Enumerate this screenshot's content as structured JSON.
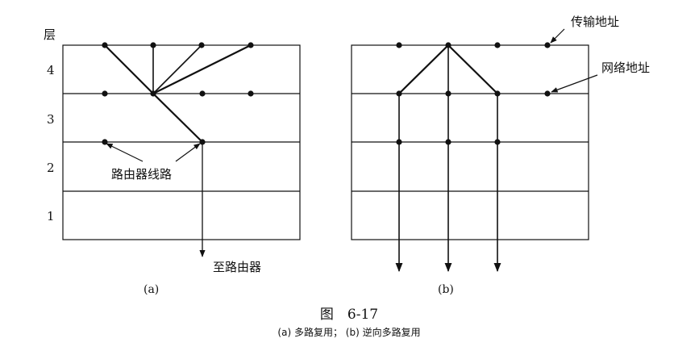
{
  "axis_title": "层",
  "layer_labels": [
    "4",
    "3",
    "2",
    "1"
  ],
  "panel_a": {
    "router_lines_label": "路由器线路",
    "to_router_label": "至路由器",
    "sublabel": "(a)"
  },
  "panel_b": {
    "transport_address_label": "传输地址",
    "network_address_label": "网络地址",
    "sublabel": "(b)"
  },
  "figure": {
    "number": "图　6-17",
    "caption": "(a) 多路复用； (b) 逆向多路复用"
  }
}
